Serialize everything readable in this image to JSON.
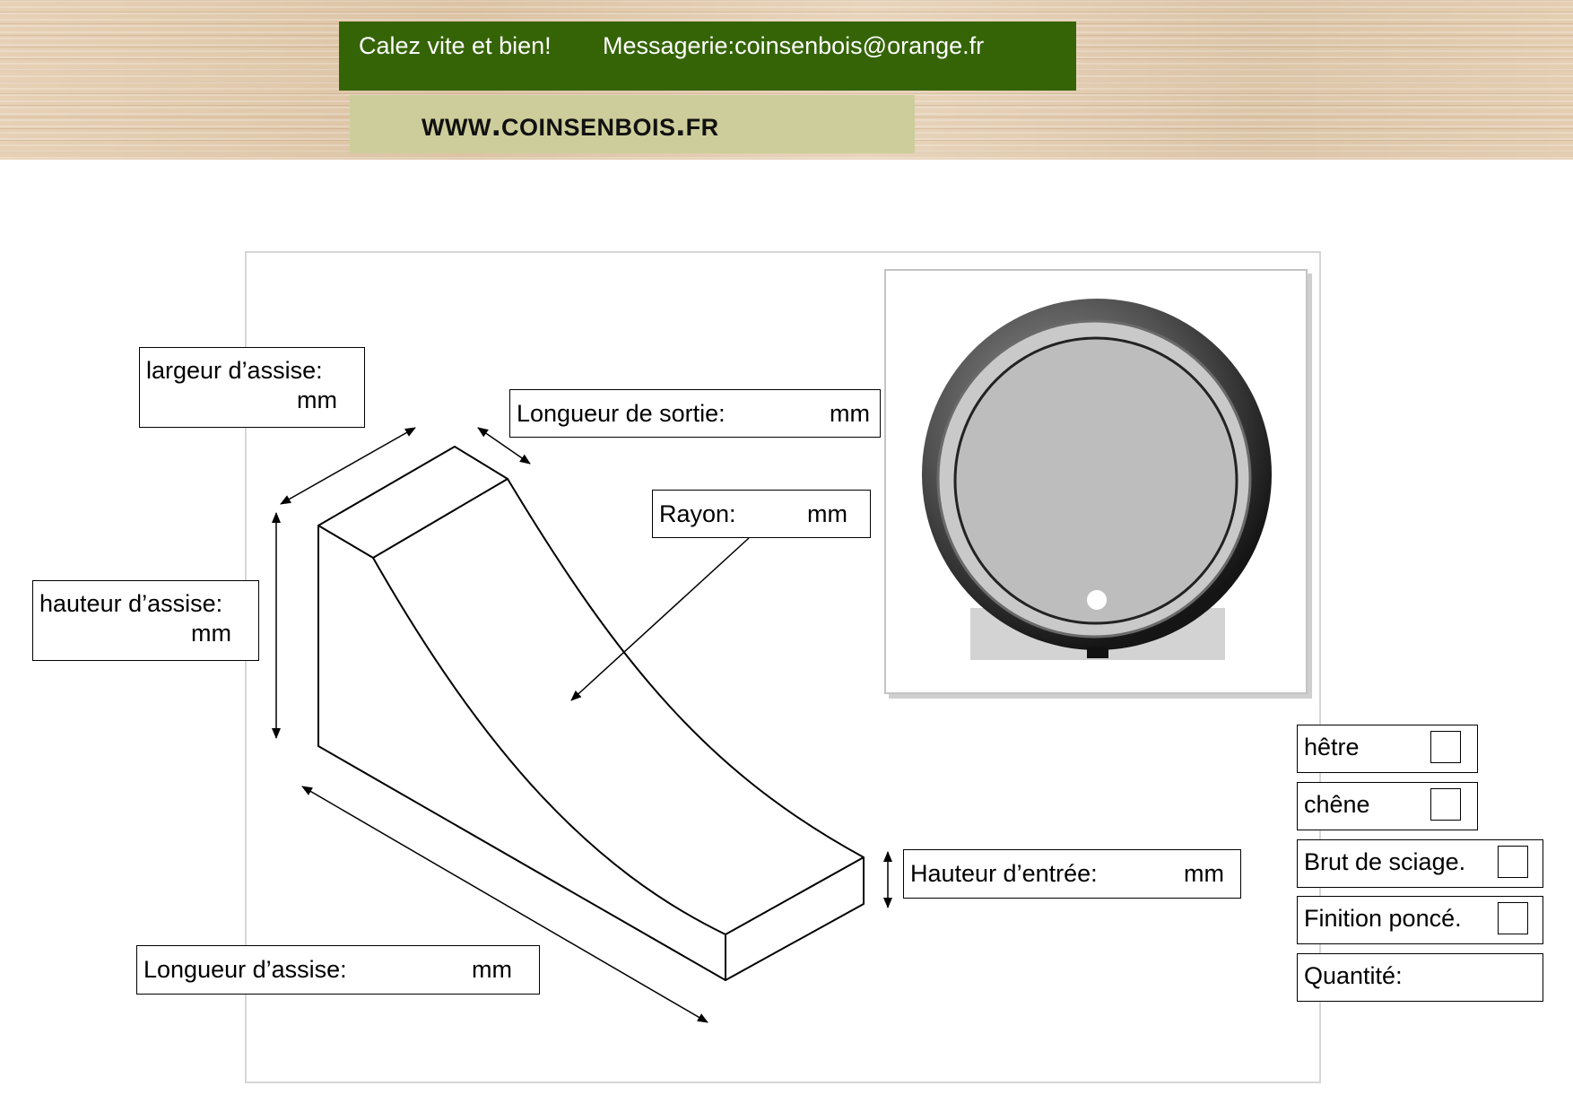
{
  "header": {
    "tagline": "Calez vite et bien!",
    "email": "Messagerie:coinsenbois@orange.fr",
    "site": "www.coinsenbois.fr"
  },
  "labels": {
    "largeur_assise": {
      "text": "largeur d’assise:",
      "unit": "mm"
    },
    "longueur_sortie": {
      "text": "Longueur de sortie:",
      "unit": "mm"
    },
    "rayon": {
      "text": "Rayon:",
      "unit": "mm"
    },
    "hauteur_assise": {
      "text": "hauteur d’assise:",
      "unit": "mm"
    },
    "hauteur_entree": {
      "text": "Hauteur d’entrée:",
      "unit": "mm"
    },
    "longueur_assise": {
      "text": "Longueur d’assise:",
      "unit": "mm"
    }
  },
  "options": {
    "hetre": "hêtre",
    "chene": "chêne",
    "brut": "Brut de sciage.",
    "finition": "Finition poncé.",
    "quantite": "Quantité:"
  },
  "colors": {
    "banner_green": "#356406",
    "banner_khaki": "#cdcd9b",
    "wood": "#e4ceb2",
    "barrel_fill": "#bfbfbf",
    "barrel_rim": "#2a2a2a",
    "base_block": "#d3d3d3"
  }
}
